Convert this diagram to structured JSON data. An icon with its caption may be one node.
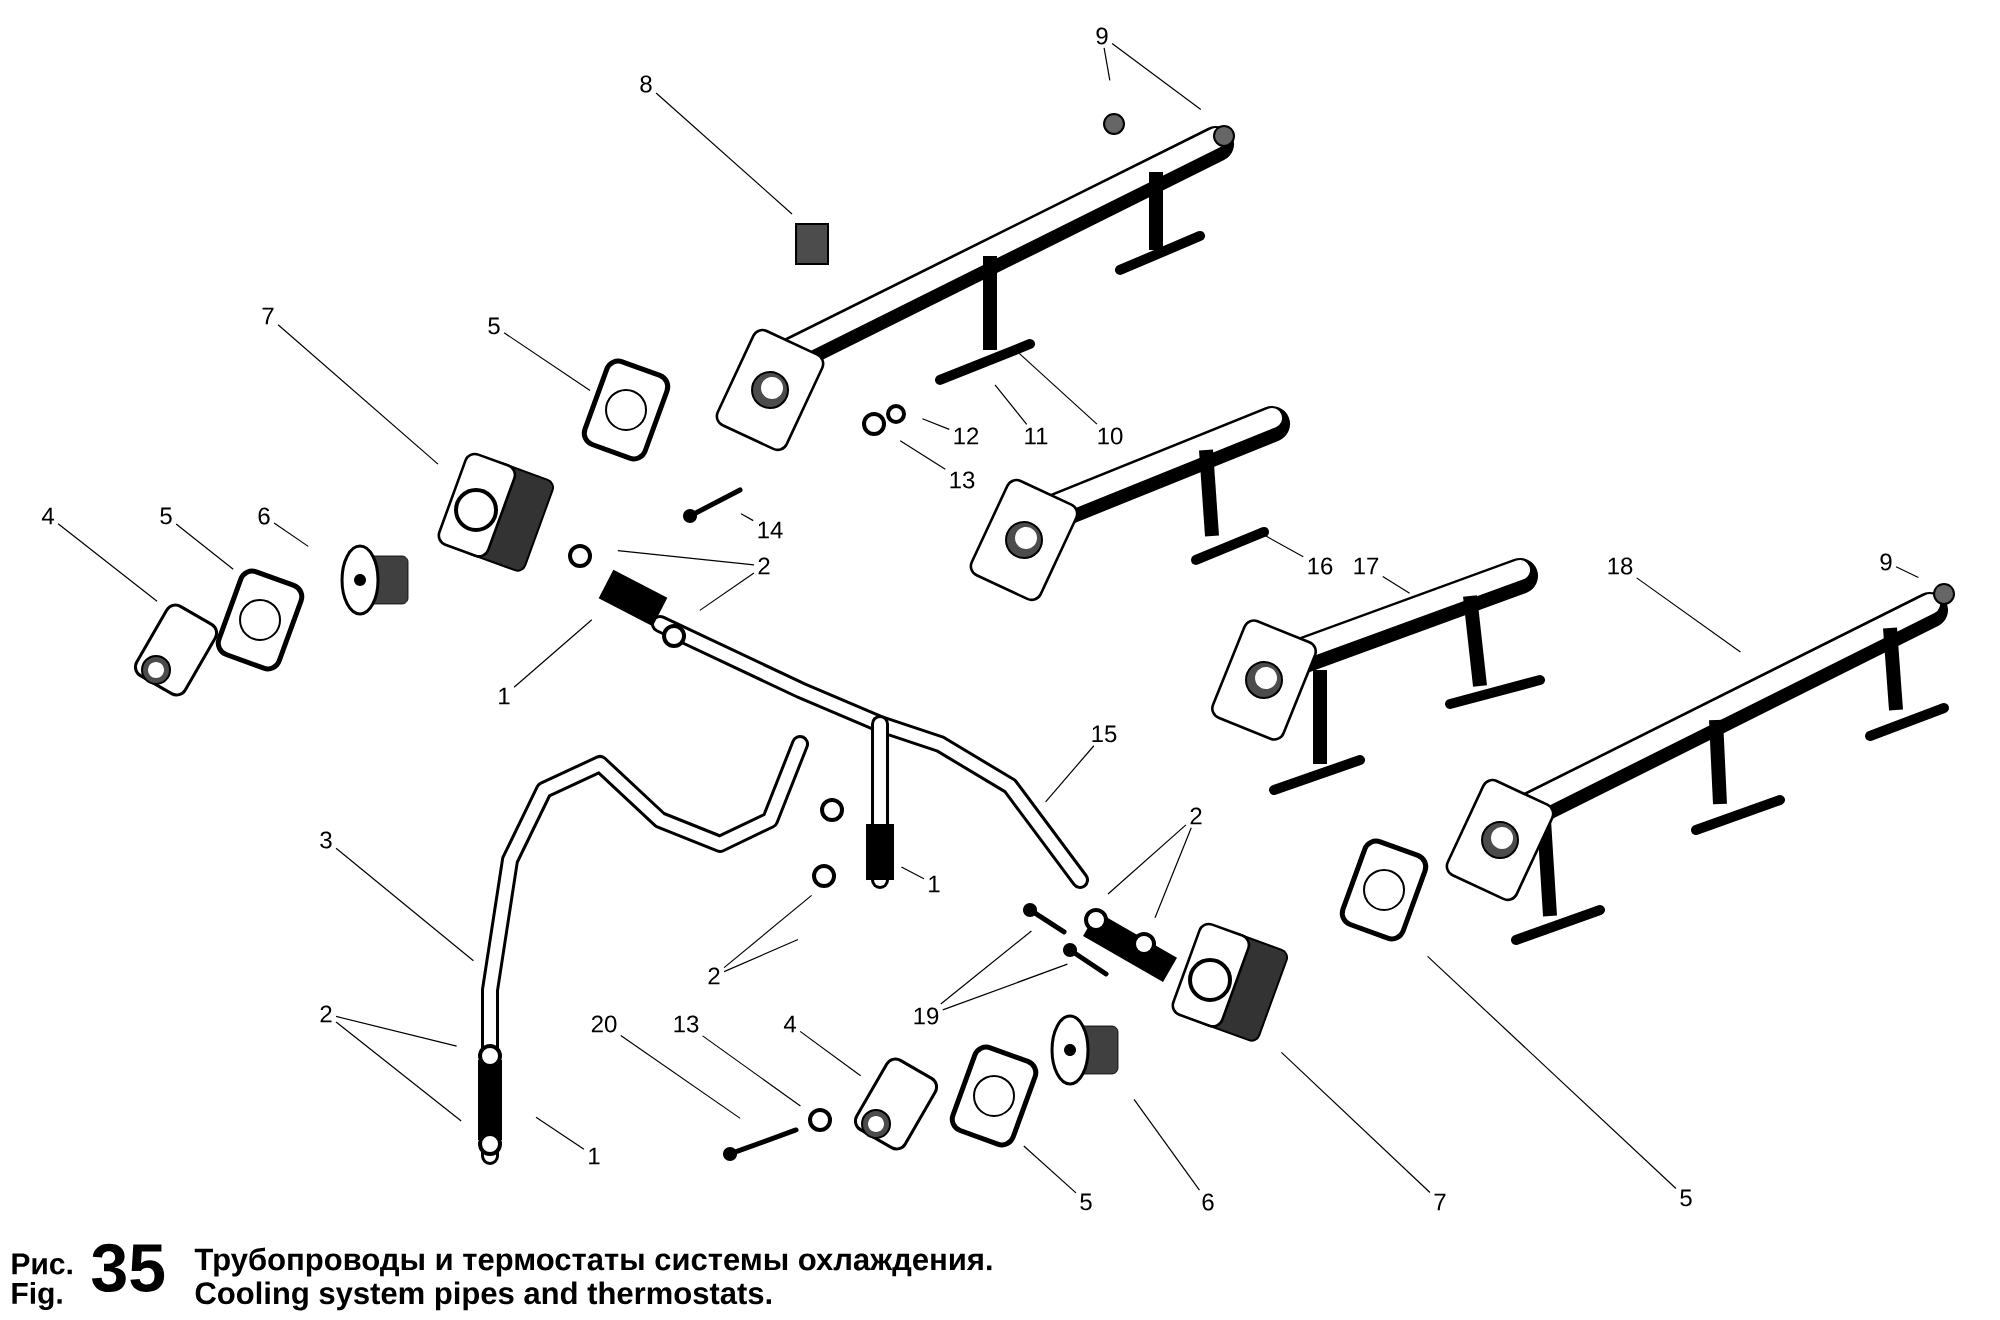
{
  "diagram": {
    "nodes": [
      {
        "text": [
          "8"
        ]
      },
      {
        "text": [
          "9"
        ]
      },
      {
        "text": [
          "7"
        ]
      },
      {
        "text": [
          "5"
        ]
      },
      {
        "text": [
          "10"
        ]
      },
      {
        "text": [
          "11"
        ]
      },
      {
        "text": [
          "12"
        ]
      },
      {
        "text": [
          "13"
        ]
      },
      {
        "text": [
          "14"
        ]
      },
      {
        "text": [
          "4"
        ]
      },
      {
        "text": [
          "5"
        ]
      },
      {
        "text": [
          "6"
        ]
      },
      {
        "text": [
          "2"
        ]
      },
      {
        "text": [
          "16"
        ]
      },
      {
        "text": [
          "17"
        ]
      },
      {
        "text": [
          "18"
        ]
      },
      {
        "text": [
          "9"
        ]
      },
      {
        "text": [
          "1"
        ]
      },
      {
        "text": [
          "15"
        ]
      },
      {
        "text": [
          "3"
        ]
      },
      {
        "text": [
          "1"
        ]
      },
      {
        "text": [
          "2"
        ]
      },
      {
        "text": [
          "2"
        ]
      },
      {
        "text": [
          "2"
        ]
      },
      {
        "text": [
          "1"
        ]
      },
      {
        "text": [
          "20"
        ]
      },
      {
        "text": [
          "13"
        ]
      },
      {
        "text": [
          "4"
        ]
      },
      {
        "text": [
          "19"
        ]
      },
      {
        "text": [
          "5"
        ]
      },
      {
        "text": [
          "6"
        ]
      },
      {
        "text": [
          "7"
        ]
      },
      {
        "text": [
          "5"
        ]
      }
    ],
    "edges": [
      {
        "from": 0,
        "to": null,
        "arrow": "none"
      },
      {
        "from": 1,
        "to": null,
        "arrow": "none"
      },
      {
        "from": 1,
        "to": null,
        "arrow": "none"
      },
      {
        "from": 2,
        "to": null,
        "arrow": "none"
      },
      {
        "from": 3,
        "to": null,
        "arrow": "none"
      },
      {
        "from": 4,
        "to": null,
        "arrow": "none"
      },
      {
        "from": 5,
        "to": null,
        "arrow": "none"
      },
      {
        "from": 6,
        "to": null,
        "arrow": "none"
      },
      {
        "from": 7,
        "to": null,
        "arrow": "none"
      },
      {
        "from": 8,
        "to": null,
        "arrow": "none"
      },
      {
        "from": 9,
        "to": null,
        "arrow": "none"
      },
      {
        "from": 10,
        "to": null,
        "arrow": "none"
      },
      {
        "from": 11,
        "to": null,
        "arrow": "none"
      },
      {
        "from": 12,
        "to": null,
        "arrow": "none"
      },
      {
        "from": 12,
        "to": null,
        "arrow": "none"
      },
      {
        "from": 13,
        "to": null,
        "arrow": "none"
      },
      {
        "from": 14,
        "to": null,
        "arrow": "none"
      },
      {
        "from": 15,
        "to": null,
        "arrow": "none"
      },
      {
        "from": 16,
        "to": null,
        "arrow": "none"
      },
      {
        "from": 17,
        "to": null,
        "arrow": "none"
      },
      {
        "from": 18,
        "to": null,
        "arrow": "none"
      },
      {
        "from": 19,
        "to": null,
        "arrow": "none"
      },
      {
        "from": 20,
        "to": null,
        "arrow": "none"
      },
      {
        "from": 21,
        "to": null,
        "arrow": "none"
      },
      {
        "from": 21,
        "to": null,
        "arrow": "none"
      },
      {
        "from": 22,
        "to": null,
        "arrow": "none"
      },
      {
        "from": 22,
        "to": null,
        "arrow": "none"
      },
      {
        "from": 23,
        "to": null,
        "arrow": "none"
      },
      {
        "from": 23,
        "to": null,
        "arrow": "none"
      },
      {
        "from": 24,
        "to": null,
        "arrow": "none"
      },
      {
        "from": 25,
        "to": null,
        "arrow": "none"
      },
      {
        "from": 26,
        "to": null,
        "arrow": "none"
      },
      {
        "from": 27,
        "to": null,
        "arrow": "none"
      },
      {
        "from": 28,
        "to": null,
        "arrow": "none"
      },
      {
        "from": 28,
        "to": null,
        "arrow": "none"
      },
      {
        "from": 29,
        "to": null,
        "arrow": "none"
      },
      {
        "from": 30,
        "to": null,
        "arrow": "none"
      },
      {
        "from": 31,
        "to": null,
        "arrow": "none"
      },
      {
        "from": 32,
        "to": null,
        "arrow": "none"
      }
    ],
    "labels": [
      "Рис.",
      "35",
      "Трубопроводы и термостаты системы охлаждения.",
      "Fig.",
      "Cooling system pipes and thermostats."
    ]
  }
}
